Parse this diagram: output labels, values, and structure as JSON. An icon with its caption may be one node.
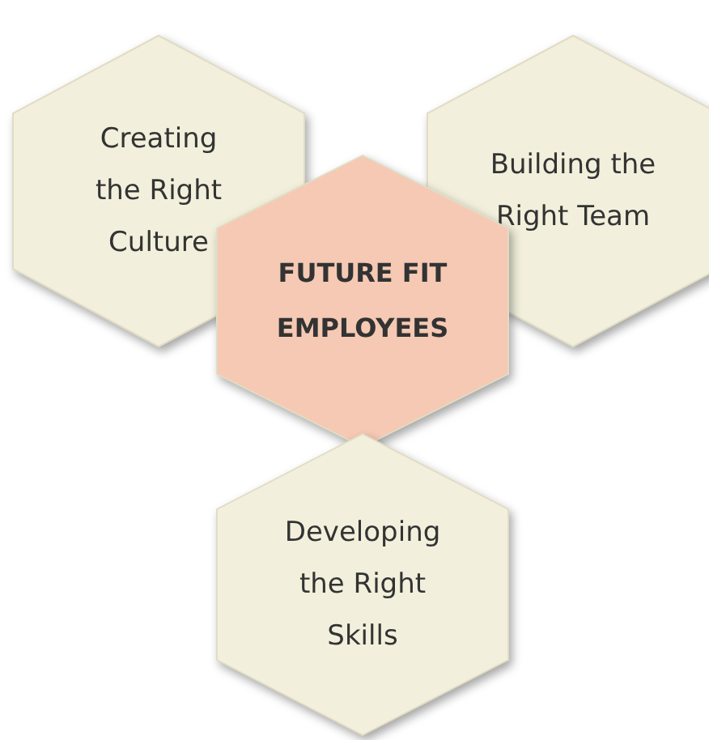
{
  "diagram": {
    "nodes": [
      {
        "text": [
          "Creating the Right Culture"
        ]
      },
      {
        "text": [
          "Building the Right Team"
        ]
      },
      {
        "text": [
          "FUTURE FIT EMPLOYEES"
        ]
      },
      {
        "text": [
          "Developing the Right Skills"
        ]
      }
    ]
  }
}
